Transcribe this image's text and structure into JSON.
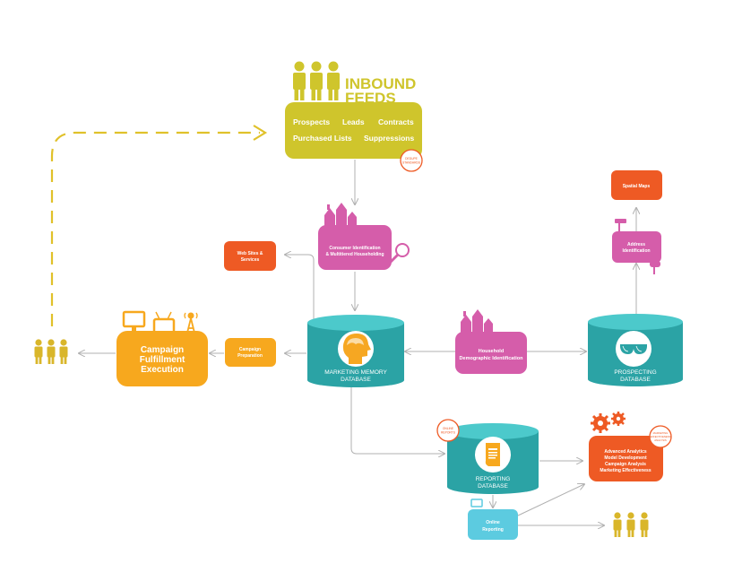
{
  "colors": {
    "yellow": "#CFC52C",
    "mustard": "#E0B42A",
    "orange": "#F7A81E",
    "red": "#EE5A24",
    "pink": "#D55DAA",
    "teal": "#2BA3A5",
    "teal_top": "#4CC9CB",
    "light_blue": "#5CCBE0",
    "arrow_gray": "#B0B0B0"
  },
  "inbound": {
    "title_line1": "INBOUND",
    "title_line2": "FEEDS",
    "items_row1": [
      "Prospects",
      "Leads",
      "Contracts"
    ],
    "items_row2": [
      "Purchased Lists",
      "Suppressions"
    ],
    "badge_line1": "DEDUPE",
    "badge_line2": "STANDARDS",
    "icon": "people-icon"
  },
  "consumer_id": {
    "line1": "Consumer Identification",
    "line2": "& Multitiered Householding",
    "icons": [
      "houses-icon",
      "magnifier-icon"
    ]
  },
  "web_sites": {
    "line1": "Web Sites &",
    "line2": "Services"
  },
  "marketing_db": {
    "line1": "MARKETING MEMORY",
    "line2": "DATABASE",
    "icon": "head-icon"
  },
  "campaign_prep": {
    "line1": "Campaign",
    "line2": "Preparation"
  },
  "campaign_exec": {
    "line1": "Campaign",
    "line2": "Fulfillment",
    "line3": "Execution",
    "icons": [
      "monitor-icon",
      "tv-icon",
      "tower-icon"
    ]
  },
  "household": {
    "line1": "Household",
    "line2": "Demographic Identification",
    "icon": "houses-icon"
  },
  "prospecting_db": {
    "line1": "PROSPECTING",
    "line2": "DATABASE",
    "icon": "glasses-icon"
  },
  "spatial_maps": {
    "label": "Spatial Maps"
  },
  "address_id": {
    "line1": "Address",
    "line2": "Identification",
    "icons": [
      "sign-icon",
      "mailbox-icon"
    ]
  },
  "reporting_db": {
    "line1": "REPORTING",
    "line2": "DATABASE",
    "badge_line1": "ONLINE",
    "badge_line2": "REPORTS",
    "icon": "document-icon"
  },
  "analytics": {
    "lines": [
      "Advanced Analytics",
      "Model Development",
      "Campaign Analysis",
      "Marketing Effectiveness"
    ],
    "badge_line1": "MARKETING",
    "badge_line2": "EFFECTIVENESS",
    "badge_line3": "ANALYSIS",
    "icon": "gears-icon"
  },
  "online_reporting": {
    "line1": "Online",
    "line2": "Reporting",
    "icon": "monitor-icon"
  },
  "people_groups": [
    "people-icon-left",
    "people-icon-bottom-right"
  ]
}
